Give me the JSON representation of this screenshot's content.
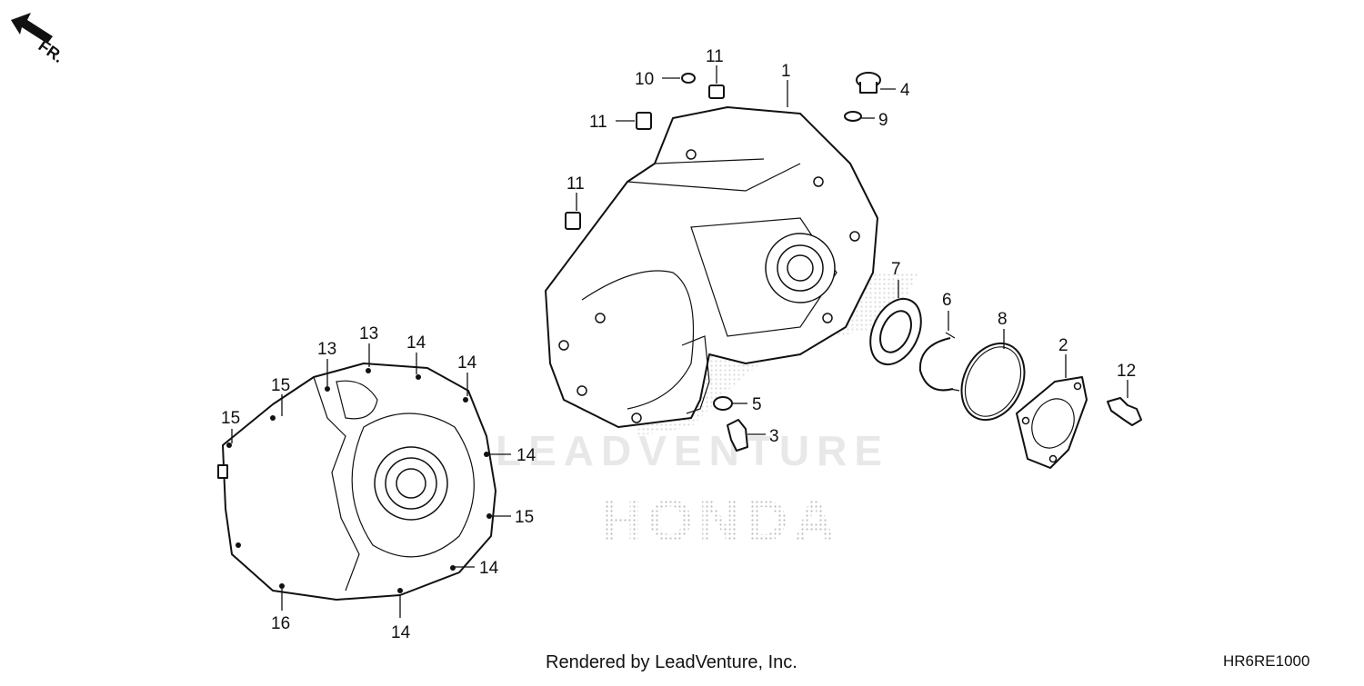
{
  "direction": {
    "label": "FR.",
    "icon": "front-direction-arrow-icon"
  },
  "footer": {
    "credit": "Rendered by LeadVenture, Inc.",
    "diagram_code": "HR6RE1000"
  },
  "watermark": {
    "brand": "HONDA",
    "text": "LEADVENTURE",
    "logo": "honda-wing-logo-icon"
  },
  "callouts": {
    "c1": "1",
    "c2": "2",
    "c3": "3",
    "c4": "4",
    "c5": "5",
    "c6": "6",
    "c7": "7",
    "c8": "8",
    "c9": "9",
    "c10": "10",
    "c11a": "11",
    "c11b": "11",
    "c11c": "11",
    "c12": "12",
    "c13a": "13",
    "c13b": "13",
    "c14a": "14",
    "c14b": "14",
    "c14c": "14",
    "c14d": "14",
    "c14e": "14",
    "c15a": "15",
    "c15b": "15",
    "c15c": "15",
    "c16": "16"
  }
}
